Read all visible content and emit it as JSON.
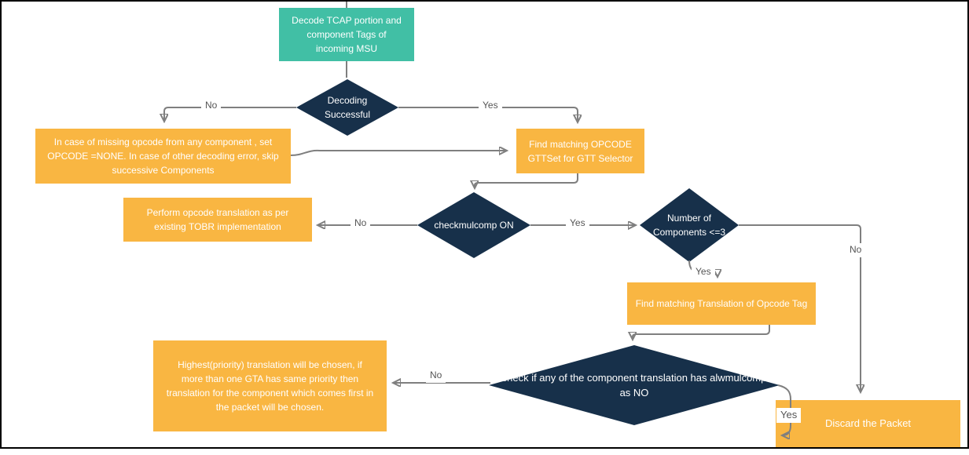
{
  "colors": {
    "process_fill": "#41BFA5",
    "action_fill": "#F9B642",
    "decision_fill": "#17304A",
    "connector": "#7f7f7f",
    "label_text": "#555555"
  },
  "nodes": {
    "decode_tcap": {
      "label": "Decode TCAP portion and component Tags of incoming MSU"
    },
    "decoding_successful": {
      "label": "Decoding Successful"
    },
    "missing_opcode": {
      "label": "In case of missing opcode from any component , set OPCODE =NONE. In case of other decoding error, skip successive Components"
    },
    "find_opcode_gttset": {
      "label": "Find matching OPCODE GTTSet for GTT Selector"
    },
    "perform_tobr": {
      "label": "Perform opcode translation as per existing TOBR implementation"
    },
    "checkmulcomp_on": {
      "label": "checkmulcomp ON"
    },
    "num_components": {
      "label": "Number of Components <=3"
    },
    "find_translation": {
      "label": "Find matching Translation of Opcode Tag"
    },
    "check_alwmulcomp": {
      "label": "check if any of the component translation has alwmulcomp as NO"
    },
    "highest_priority": {
      "label": "Highest(priority) translation will be chosen, if more than one GTA has same priority then translation for the component which comes first in the packet will be chosen."
    },
    "discard_packet": {
      "label": "Discard the Packet"
    }
  },
  "edge_labels": {
    "decoding_no": "No",
    "decoding_yes": "Yes",
    "checkmulcomp_no": "No",
    "checkmulcomp_yes": "Yes",
    "numcomp_no": "No",
    "numcomp_yes": "Yes",
    "alwmulcomp_no": "No",
    "alwmulcomp_yes": "Yes"
  }
}
